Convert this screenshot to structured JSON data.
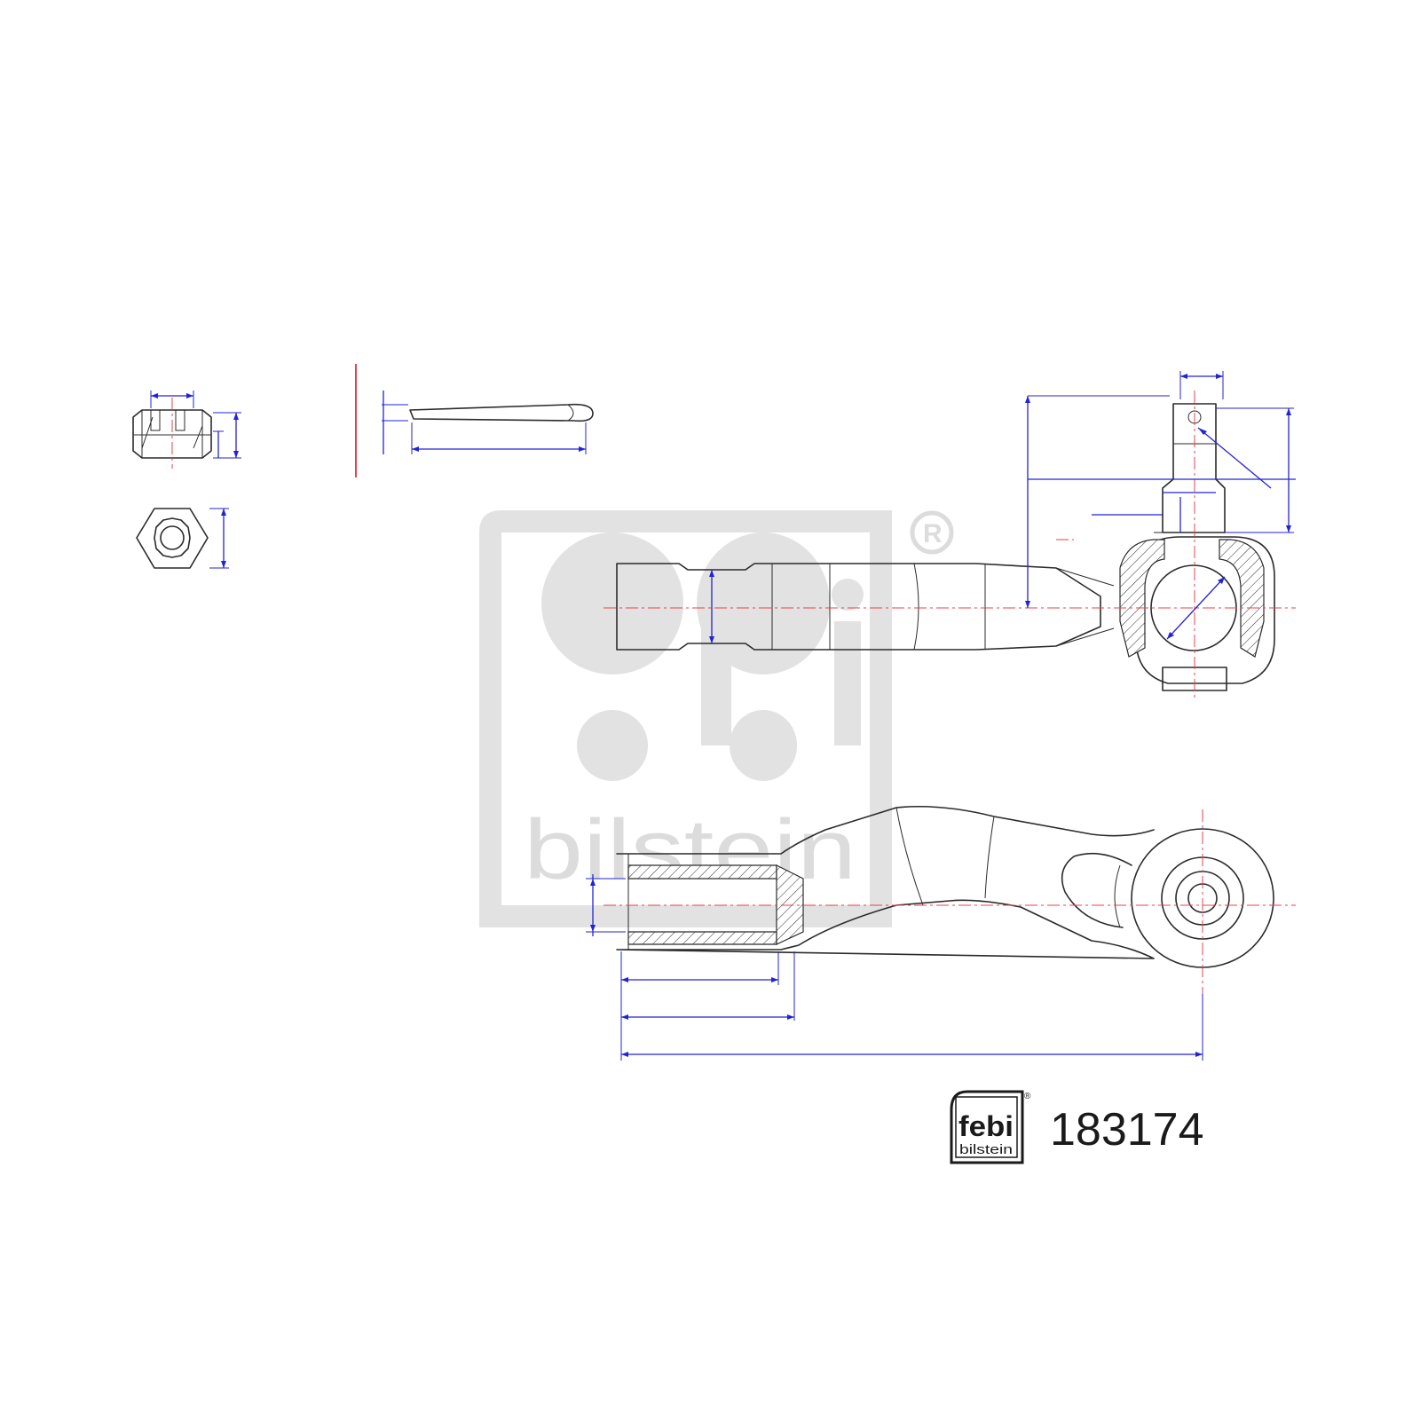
{
  "watermark": {
    "brand": "febi",
    "sub": "bilstein",
    "registered": "R"
  },
  "footer": {
    "logo_brand": "febi",
    "logo_sub": "bilstein",
    "logo_registered": "®",
    "part_number": "183174"
  },
  "colors": {
    "outline": "#2b2b2b",
    "center_axis": "#e8434b",
    "dimension": "#2323d6",
    "watermark": "#e2e2e2"
  }
}
